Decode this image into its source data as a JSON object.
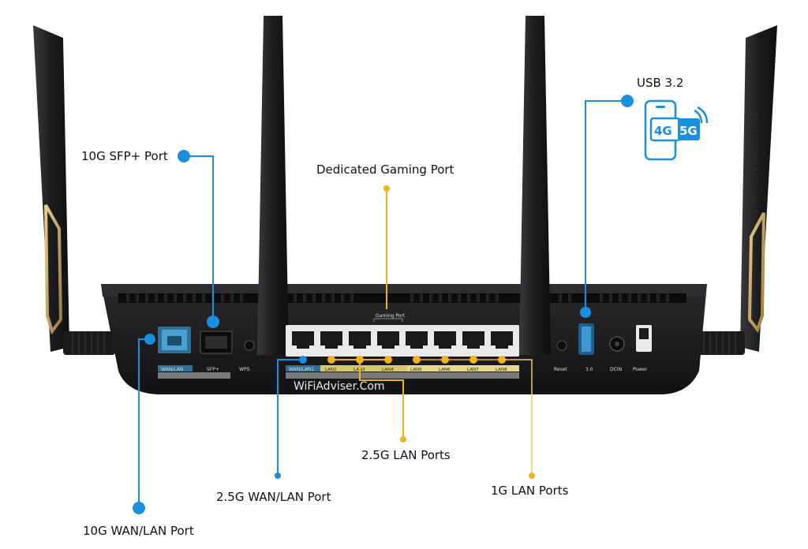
{
  "callouts": {
    "sfp": "10G SFP+ Port",
    "gaming": "Dedicated Gaming Port",
    "usb": "USB 3.2",
    "lan25": "2.5G LAN Ports",
    "wanlan25": "2.5G WAN/LAN Port",
    "lan1g": "1G LAN Ports",
    "wan10g": "10G WAN/LAN Port"
  },
  "watermarks": {
    "vertical": "WiFiAdviser.com",
    "bottom": "WiFiAdviser.Com"
  },
  "router_labels": {
    "wanlan": "WAN/LAN",
    "sfp": "SFP+",
    "wps": "WPS",
    "gaming_port": "Gaming Port",
    "wanlan1": "WAN/LAN1",
    "lan2": "LAN2",
    "lan3": "LAN3",
    "lan4": "LAN4",
    "lan5": "LAN5",
    "lan6": "LAN6",
    "lan7": "LAN7",
    "lan8": "LAN8",
    "reset": "Reset",
    "usb": "3.0",
    "dcin": "DCIN",
    "power": "Power"
  },
  "badge": {
    "g4": "4G",
    "g5": "5G"
  },
  "colors": {
    "blue": "#1a8fe0",
    "gold": "#f0b21d",
    "body": "#1b1b1d",
    "accent": "#c9a96a"
  }
}
